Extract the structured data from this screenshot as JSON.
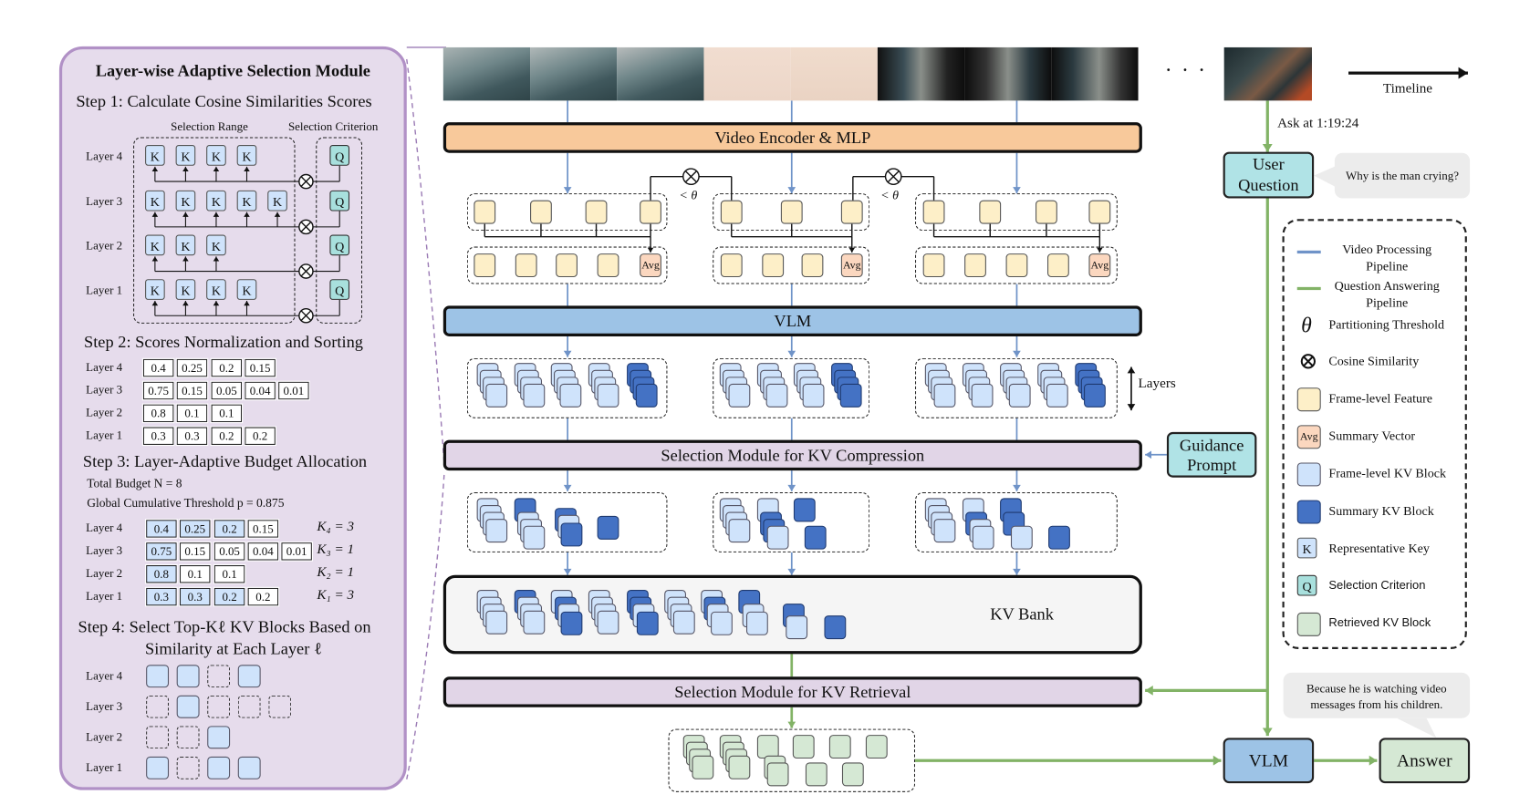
{
  "left_panel": {
    "title": "Layer-wise Adaptive Selection Module",
    "step1": {
      "title": "Step 1: Calculate Cosine Similarities Scores",
      "range_label": "Selection Range",
      "criterion_label": "Selection Criterion",
      "key_label": "K",
      "query_label": "Q",
      "layers": [
        {
          "label": "Layer 4",
          "keys": 4
        },
        {
          "label": "Layer 3",
          "keys": 5
        },
        {
          "label": "Layer 2",
          "keys": 3
        },
        {
          "label": "Layer 1",
          "keys": 4
        }
      ]
    },
    "step2": {
      "title": "Step 2: Scores Normalization and Sorting",
      "rows": [
        {
          "label": "Layer 4",
          "scores": [
            "0.4",
            "0.25",
            "0.2",
            "0.15"
          ]
        },
        {
          "label": "Layer 3",
          "scores": [
            "0.75",
            "0.15",
            "0.05",
            "0.04",
            "0.01"
          ]
        },
        {
          "label": "Layer 2",
          "scores": [
            "0.8",
            "0.1",
            "0.1"
          ]
        },
        {
          "label": "Layer 1",
          "scores": [
            "0.3",
            "0.3",
            "0.2",
            "0.2"
          ]
        }
      ]
    },
    "step3": {
      "title": "Step 3: Layer-Adaptive Budget Allocation",
      "budget": "Total Budget N = 8",
      "threshold": "Global Cumulative Threshold p = 0.875",
      "rows": [
        {
          "label": "Layer 4",
          "scores": [
            "0.4",
            "0.25",
            "0.2",
            "0.15"
          ],
          "selected": 3,
          "k": "K₄ = 3"
        },
        {
          "label": "Layer 3",
          "scores": [
            "0.75",
            "0.15",
            "0.05",
            "0.04",
            "0.01"
          ],
          "selected": 1,
          "k": "K₃ = 1"
        },
        {
          "label": "Layer 2",
          "scores": [
            "0.8",
            "0.1",
            "0.1"
          ],
          "selected": 1,
          "k": "K₂ = 1"
        },
        {
          "label": "Layer 1",
          "scores": [
            "0.3",
            "0.3",
            "0.2",
            "0.2"
          ],
          "selected": 3,
          "k": "K₁ = 3"
        }
      ]
    },
    "step4": {
      "title_line1": "Step 4: Select Top-Kℓ KV Blocks Based on",
      "title_line2": "Similarity at Each Layer ℓ",
      "rows": [
        {
          "label": "Layer 4",
          "blocks": [
            1,
            1,
            0,
            1
          ]
        },
        {
          "label": "Layer 3",
          "blocks": [
            0,
            1,
            0,
            0,
            0
          ]
        },
        {
          "label": "Layer 2",
          "blocks": [
            0,
            0,
            1
          ]
        },
        {
          "label": "Layer 1",
          "blocks": [
            1,
            0,
            1,
            1
          ]
        }
      ]
    }
  },
  "main": {
    "video_encoder_label": "Video Encoder & MLP",
    "vlm_label": "VLM",
    "compression_label": "Selection Module for KV Compression",
    "kv_bank_label": "KV Bank",
    "retrieval_label": "Selection Module for KV Retrieval",
    "threshold_label": "< θ",
    "avg_label": "Avg",
    "layers_label": "Layers",
    "guidance_prompt_label": "Guidance Prompt",
    "ellipsis": "· · ·",
    "timeline_label": "Timeline",
    "ask_label": "Ask at 1:19:24",
    "user_question_label": "User Question",
    "question_text": "Why is the man crying?",
    "answer_vlm_label": "VLM",
    "answer_label": "Answer",
    "answer_text": "Because he is watching video messages from his children."
  },
  "legend": {
    "items": [
      {
        "icon": "blue-line",
        "label": "Video Processing Pipeline"
      },
      {
        "icon": "green-line",
        "label": "Question Answering Pipeline"
      },
      {
        "icon": "theta",
        "label": "Partitioning Threshold",
        "glyph": "θ"
      },
      {
        "icon": "otimes",
        "label": "Cosine Similarity",
        "glyph": "⊗"
      },
      {
        "icon": "frame-feature",
        "label": "Frame-level Feature"
      },
      {
        "icon": "summary-vector",
        "label": "Summary Vector",
        "glyph": "Avg"
      },
      {
        "icon": "frame-kv",
        "label": "Frame-level KV Block"
      },
      {
        "icon": "summary-kv",
        "label": "Summary KV Block"
      },
      {
        "icon": "key",
        "label": "Representative Key",
        "glyph": "K"
      },
      {
        "icon": "query",
        "label": "Selection Criterion",
        "glyph": "Q"
      },
      {
        "icon": "retrieved-kv",
        "label": "Retrieved KV Block"
      }
    ]
  },
  "colors": {
    "video_pipeline": "#6f93c8",
    "qa_pipeline": "#82b366",
    "frame_feature": "#fdefc8",
    "summary_vector": "#fbd7bf",
    "frame_kv": "#cfe3fb",
    "summary_kv": "#4472c4",
    "retrieved_kv": "#d5e8d4",
    "selection_module": "#e1d5e7",
    "encoder": "#f8c99b",
    "vlm": "#9dc3e6",
    "question": "#b0e3e6"
  }
}
